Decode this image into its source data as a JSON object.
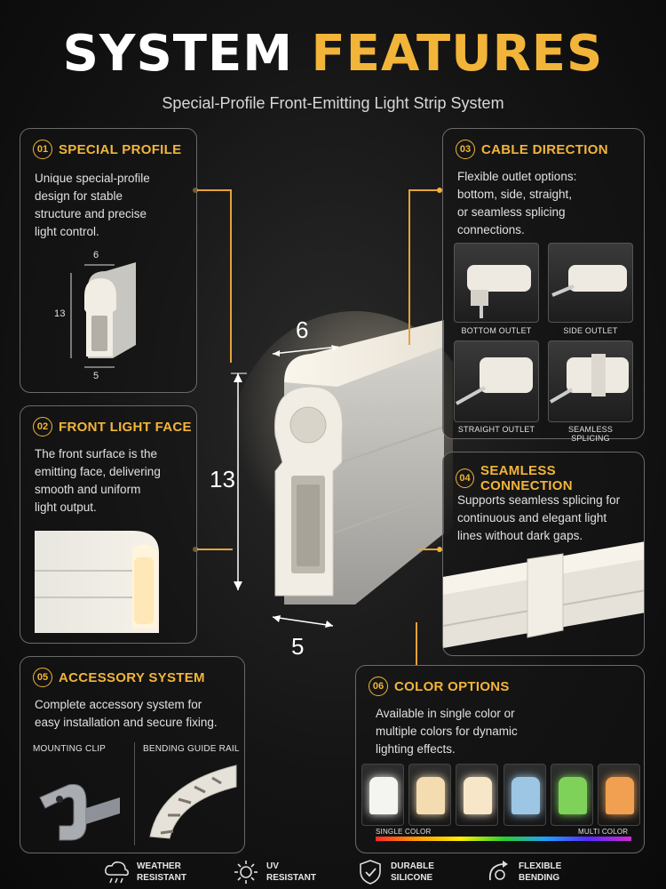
{
  "header": {
    "title_white": "SYSTEM",
    "title_orange": "FEATURES",
    "subtitle": "Special-Profile Front-Emitting Light Strip System"
  },
  "main_profile": {
    "width_label": "6",
    "height_label": "13",
    "depth_label": "5"
  },
  "panels": {
    "special_profile": {
      "num": "01",
      "title": "SPECIAL PROFILE",
      "lines": [
        "Unique special-profile",
        "design for stable",
        "structure and precise",
        "light control."
      ],
      "dim_top": "6",
      "dim_side": "13",
      "dim_bottom": "5"
    },
    "front_light_face": {
      "num": "02",
      "title": "FRONT LIGHT FACE",
      "lines": [
        "The front surface is the",
        "emitting face, delivering",
        "smooth and uniform",
        "light output."
      ]
    },
    "cable_direction": {
      "num": "03",
      "title": "CABLE DIRECTION",
      "lines": [
        "Flexible outlet options:",
        "bottom, side, straight,",
        "or seamless splicing",
        "connections."
      ],
      "options": [
        "BOTTOM OUTLET",
        "SIDE OUTLET",
        "STRAIGHT OUTLET",
        "SEAMLESS SPLICING"
      ]
    },
    "seamless_connection": {
      "num": "04",
      "title": "SEAMLESS CONNECTION",
      "lines": [
        "Supports seamless splicing for",
        "continuous and elegant light",
        "lines without dark gaps."
      ]
    },
    "accessory_system": {
      "num": "05",
      "title": "ACCESSORY SYSTEM",
      "lines": [
        "Complete accessory system for",
        "easy installation and secure fixing."
      ],
      "items": [
        "MOUNTING CLIP",
        "BENDING GUIDE RAIL"
      ]
    },
    "color_options": {
      "num": "06",
      "title": "COLOR OPTIONS",
      "lines": [
        "Available in single color or",
        "multiple colors for dynamic",
        "lighting effects."
      ],
      "swatches": [
        "#f4f4f0",
        "#f3dcb0",
        "#f7e6c8",
        "#9cc6e4",
        "#7ed25a",
        "#f0a050"
      ],
      "label_single": "SINGLE COLOR",
      "label_multi": "MULTI COLOR"
    }
  },
  "features": [
    {
      "icon": "cloud-rain-icon",
      "line1": "WEATHER",
      "line2": "RESISTANT"
    },
    {
      "icon": "sun-icon",
      "line1": "UV",
      "line2": "RESISTANT"
    },
    {
      "icon": "shield-check-icon",
      "line1": "DURABLE",
      "line2": "SILICONE"
    },
    {
      "icon": "bend-arrow-icon",
      "line1": "FLEXIBLE",
      "line2": "BENDING"
    }
  ],
  "colors": {
    "accent": "#f2b53a",
    "border": "#6a6a6a",
    "background": "#141414"
  }
}
